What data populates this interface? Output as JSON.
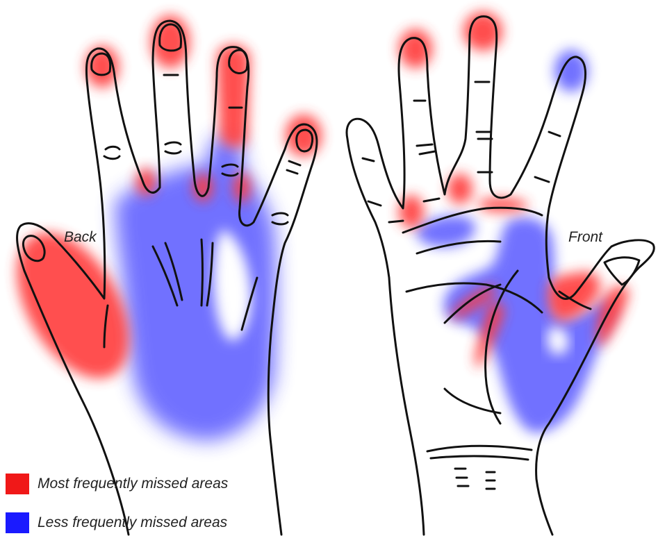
{
  "labels": {
    "back": "Back",
    "front": "Front"
  },
  "legend": {
    "most": {
      "text": "Most frequently missed areas",
      "color": "#f01818"
    },
    "less": {
      "text": "Less frequently missed areas",
      "color": "#1a1aff"
    }
  },
  "colors": {
    "red_zone": "#ff3b3b",
    "blue_zone": "#6b6bff",
    "outline": "#111111"
  }
}
